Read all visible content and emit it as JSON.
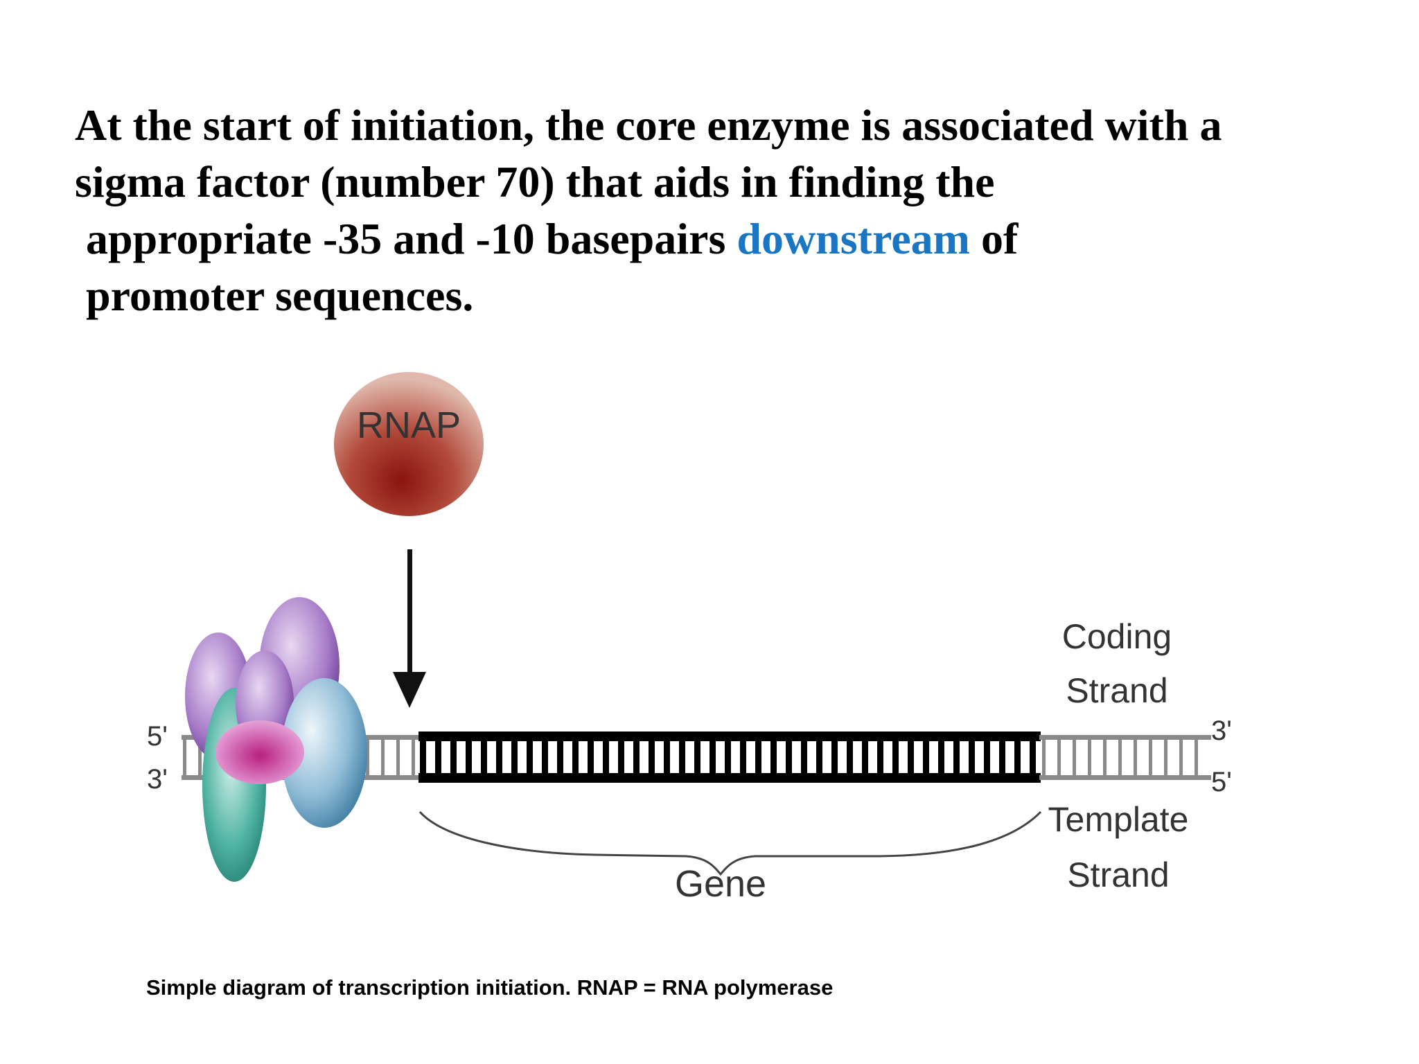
{
  "heading": {
    "line1": "At the start of initiation, the core enzyme is associated with a",
    "line2": "sigma factor (number 70) that aids in finding the",
    "line3_pre": "appropriate -35 and -10 basepairs ",
    "line3_highlight": "downstream",
    "line3_post": " of",
    "line4": "promoter sequences."
  },
  "diagram": {
    "rnap_label": "RNAP",
    "left_top_end": "5'",
    "left_bottom_end": "3'",
    "right_top_end": "3'",
    "right_bottom_end": "5'",
    "coding_strand": [
      "Coding",
      "Strand"
    ],
    "template_strand": [
      "Template",
      "Strand"
    ],
    "gene_label": "Gene"
  },
  "caption": "Simple diagram of transcription initiation. RNAP = RNA polymerase",
  "colors": {
    "highlight": "#1a76c2",
    "rnap": "#b24a3a",
    "gene_dna": "#000000",
    "flank_dna": "#8a8a8a"
  }
}
